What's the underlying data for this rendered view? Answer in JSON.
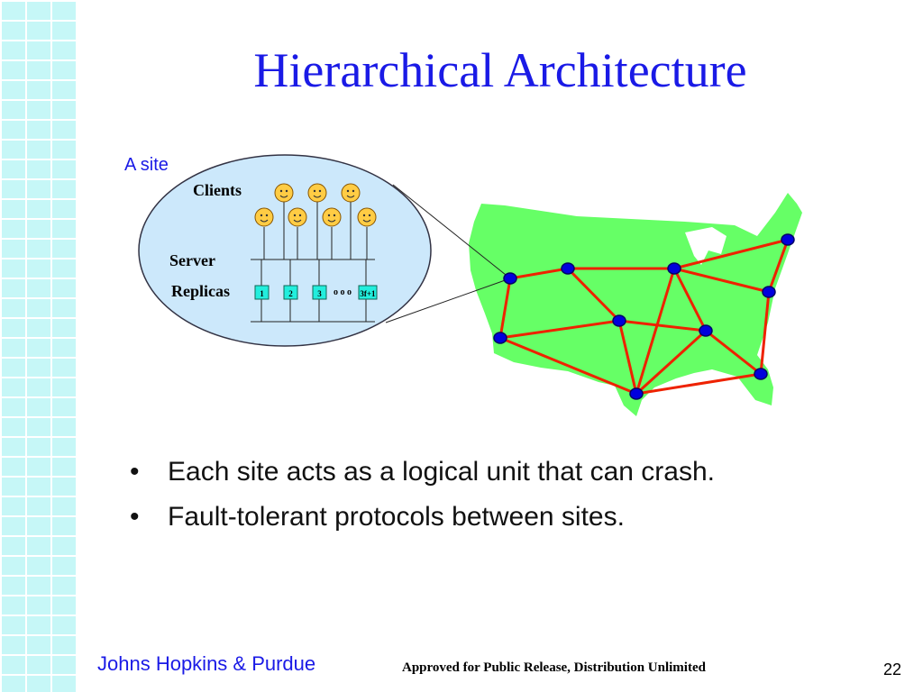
{
  "title": "Hierarchical Architecture",
  "diagram": {
    "site_label": "A site",
    "clients_label": "Clients",
    "server_label": "Server",
    "replicas_label": "Replicas",
    "replica_ids": [
      "1",
      "2",
      "3",
      "3f+1"
    ],
    "ellipsis": "o o o",
    "colors": {
      "map_fill": "#66ff66",
      "link_color": "#ee2200",
      "node_fill": "#0000dd",
      "site_fill": "#cce8fb",
      "face_fill": "#ffcc44",
      "replica_fill": "#22eedd"
    }
  },
  "bullets": [
    "Each site acts as a logical unit that can crash.",
    "Fault-tolerant protocols between sites."
  ],
  "footer": {
    "org": "Johns Hopkins & Purdue",
    "release": "Approved for Public Release, Distribution Unlimited",
    "page_number": "22"
  }
}
